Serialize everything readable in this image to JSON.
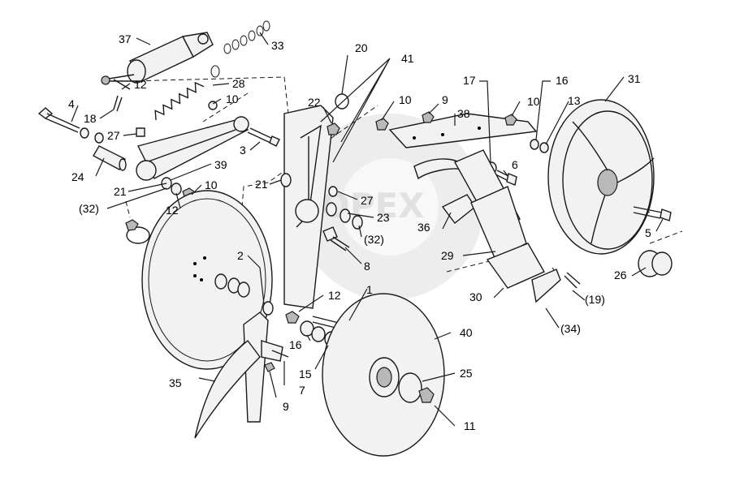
{
  "diagram": {
    "watermark_text": "OPEX",
    "callouts": {
      "c37": "37",
      "c33": "33",
      "c12a": "12",
      "c28": "28",
      "c18": "18",
      "c4": "4",
      "c10a": "10",
      "c27a": "27",
      "c3": "3",
      "c24": "24",
      "c39": "39",
      "c21a": "21",
      "c32a": "(32)",
      "c12b": "12",
      "c10b": "10",
      "c20": "20",
      "c41": "41",
      "c22": "22",
      "c21b": "21",
      "c27b": "27",
      "c23": "23",
      "c32b": "(32)",
      "c8": "8",
      "c2": "2",
      "c12c": "12",
      "c1": "1",
      "c16a": "16",
      "c15": "15",
      "c35": "35",
      "c9a": "9",
      "c7": "7",
      "c40": "40",
      "c25": "25",
      "c11": "11",
      "c10c": "10",
      "c9b": "9",
      "c38": "38",
      "c17": "17",
      "c10d": "10",
      "c16b": "16",
      "c13": "13",
      "c31": "31",
      "c6": "6",
      "c36": "36",
      "c29": "29",
      "c5": "5",
      "c26": "26",
      "c30": "30",
      "c19": "(19)",
      "c34": "(34)"
    }
  }
}
